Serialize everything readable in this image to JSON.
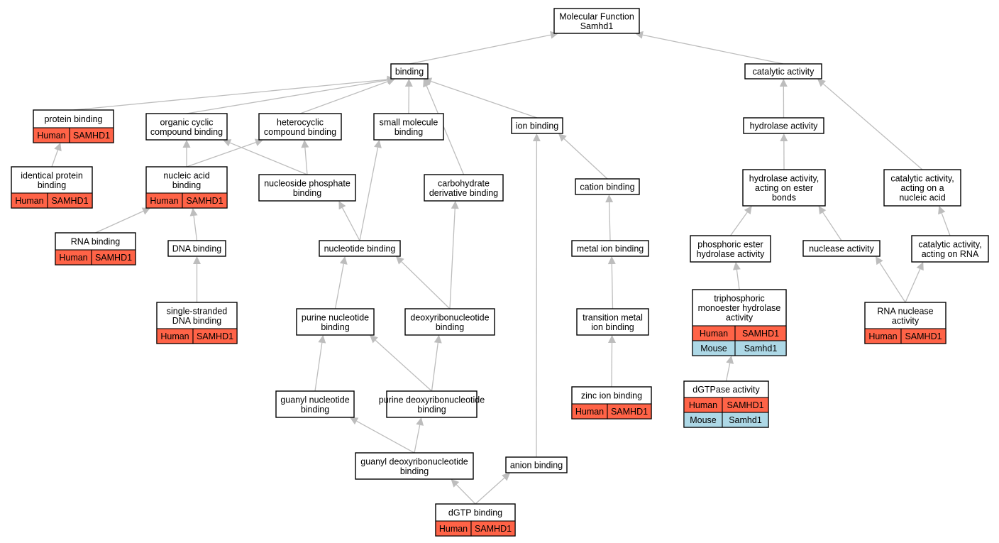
{
  "colors": {
    "human": "#ff6347",
    "mouse": "#add8e6",
    "edge": "#bdbdbd",
    "border": "#000000"
  },
  "nodes": {
    "mf": {
      "lines": [
        "Molecular Function",
        "Samhd1"
      ]
    },
    "bind": {
      "lines": [
        "binding"
      ]
    },
    "cat": {
      "lines": [
        "catalytic activity"
      ]
    },
    "prot": {
      "lines": [
        "protein binding"
      ],
      "ann": [
        [
          "Human",
          "SAMHD1"
        ]
      ]
    },
    "ocb": {
      "lines": [
        "organic cyclic",
        "compound binding"
      ]
    },
    "het": {
      "lines": [
        "heterocyclic",
        "compound binding"
      ]
    },
    "sm": {
      "lines": [
        "small molecule",
        "binding"
      ]
    },
    "ion": {
      "lines": [
        "ion binding"
      ]
    },
    "hyd": {
      "lines": [
        "hydrolase activity"
      ]
    },
    "idp": {
      "lines": [
        "identical protein",
        "binding"
      ],
      "ann": [
        [
          "Human",
          "SAMHD1"
        ]
      ]
    },
    "na": {
      "lines": [
        "nucleic acid",
        "binding"
      ],
      "ann": [
        [
          "Human",
          "SAMHD1"
        ]
      ]
    },
    "nsp": {
      "lines": [
        "nucleoside phosphate",
        "binding"
      ]
    },
    "carb": {
      "lines": [
        "carbohydrate",
        "derivative binding"
      ]
    },
    "cation": {
      "lines": [
        "cation binding"
      ]
    },
    "hydest": {
      "lines": [
        "hydrolase activity,",
        "acting on ester",
        "bonds"
      ]
    },
    "catna": {
      "lines": [
        "catalytic activity,",
        "acting on a",
        "nucleic acid"
      ]
    },
    "rna": {
      "lines": [
        "RNA binding"
      ],
      "ann": [
        [
          "Human",
          "SAMHD1"
        ]
      ]
    },
    "dna": {
      "lines": [
        "DNA binding"
      ]
    },
    "nuc": {
      "lines": [
        "nucleotide binding"
      ]
    },
    "metal": {
      "lines": [
        "metal ion binding"
      ]
    },
    "phos": {
      "lines": [
        "phosphoric ester",
        "hydrolase activity"
      ]
    },
    "nucl": {
      "lines": [
        "nuclease activity"
      ]
    },
    "catrna": {
      "lines": [
        "catalytic activity,",
        "acting on RNA"
      ]
    },
    "ssdna": {
      "lines": [
        "single-stranded",
        "DNA binding"
      ],
      "ann": [
        [
          "Human",
          "SAMHD1"
        ]
      ]
    },
    "pur": {
      "lines": [
        "purine nucleotide",
        "binding"
      ]
    },
    "deoxy": {
      "lines": [
        "deoxyribonucleotide",
        "binding"
      ]
    },
    "trans": {
      "lines": [
        "transition metal",
        "ion binding"
      ]
    },
    "triph": {
      "lines": [
        "triphosphoric",
        "monoester hydrolase",
        "activity"
      ],
      "ann": [
        [
          "Human",
          "SAMHD1"
        ],
        [
          "Mouse",
          "Samhd1"
        ]
      ]
    },
    "rnase": {
      "lines": [
        "RNA nuclease",
        "activity"
      ],
      "ann": [
        [
          "Human",
          "SAMHD1"
        ]
      ]
    },
    "guan": {
      "lines": [
        "guanyl nucleotide",
        "binding"
      ]
    },
    "purd": {
      "lines": [
        "purine deoxyribonucleotide",
        "binding"
      ]
    },
    "zinc": {
      "lines": [
        "zinc ion binding"
      ],
      "ann": [
        [
          "Human",
          "SAMHD1"
        ]
      ]
    },
    "dgtpase": {
      "lines": [
        "dGTPase activity"
      ],
      "ann": [
        [
          "Human",
          "SAMHD1"
        ],
        [
          "Mouse",
          "Samhd1"
        ]
      ]
    },
    "guand": {
      "lines": [
        "guanyl deoxyribonucleotide",
        "binding"
      ]
    },
    "anion": {
      "lines": [
        "anion binding"
      ]
    },
    "dgtp": {
      "lines": [
        "dGTP binding"
      ],
      "ann": [
        [
          "Human",
          "SAMHD1"
        ]
      ]
    }
  },
  "edges": [
    [
      "bind",
      "mf"
    ],
    [
      "cat",
      "mf"
    ],
    [
      "prot",
      "bind"
    ],
    [
      "ocb",
      "bind"
    ],
    [
      "het",
      "bind"
    ],
    [
      "sm",
      "bind"
    ],
    [
      "ion",
      "bind"
    ],
    [
      "carb",
      "bind"
    ],
    [
      "hyd",
      "cat"
    ],
    [
      "catna",
      "cat"
    ],
    [
      "idp",
      "prot"
    ],
    [
      "na",
      "ocb"
    ],
    [
      "na",
      "het"
    ],
    [
      "nsp",
      "ocb"
    ],
    [
      "nsp",
      "het"
    ],
    [
      "cation",
      "ion"
    ],
    [
      "anion",
      "ion"
    ],
    [
      "hydest",
      "hyd"
    ],
    [
      "rna",
      "na"
    ],
    [
      "dna",
      "na"
    ],
    [
      "nuc",
      "nsp"
    ],
    [
      "nuc",
      "sm"
    ],
    [
      "metal",
      "cation"
    ],
    [
      "phos",
      "hydest"
    ],
    [
      "nucl",
      "hydest"
    ],
    [
      "catrna",
      "catna"
    ],
    [
      "ssdna",
      "dna"
    ],
    [
      "pur",
      "nuc"
    ],
    [
      "deoxy",
      "nuc"
    ],
    [
      "deoxy",
      "carb"
    ],
    [
      "trans",
      "metal"
    ],
    [
      "triph",
      "phos"
    ],
    [
      "rnase",
      "nucl"
    ],
    [
      "rnase",
      "catrna"
    ],
    [
      "guan",
      "pur"
    ],
    [
      "purd",
      "pur"
    ],
    [
      "purd",
      "deoxy"
    ],
    [
      "zinc",
      "trans"
    ],
    [
      "dgtpase",
      "triph"
    ],
    [
      "guand",
      "guan"
    ],
    [
      "guand",
      "purd"
    ],
    [
      "dgtp",
      "guand"
    ],
    [
      "dgtp",
      "anion"
    ]
  ]
}
